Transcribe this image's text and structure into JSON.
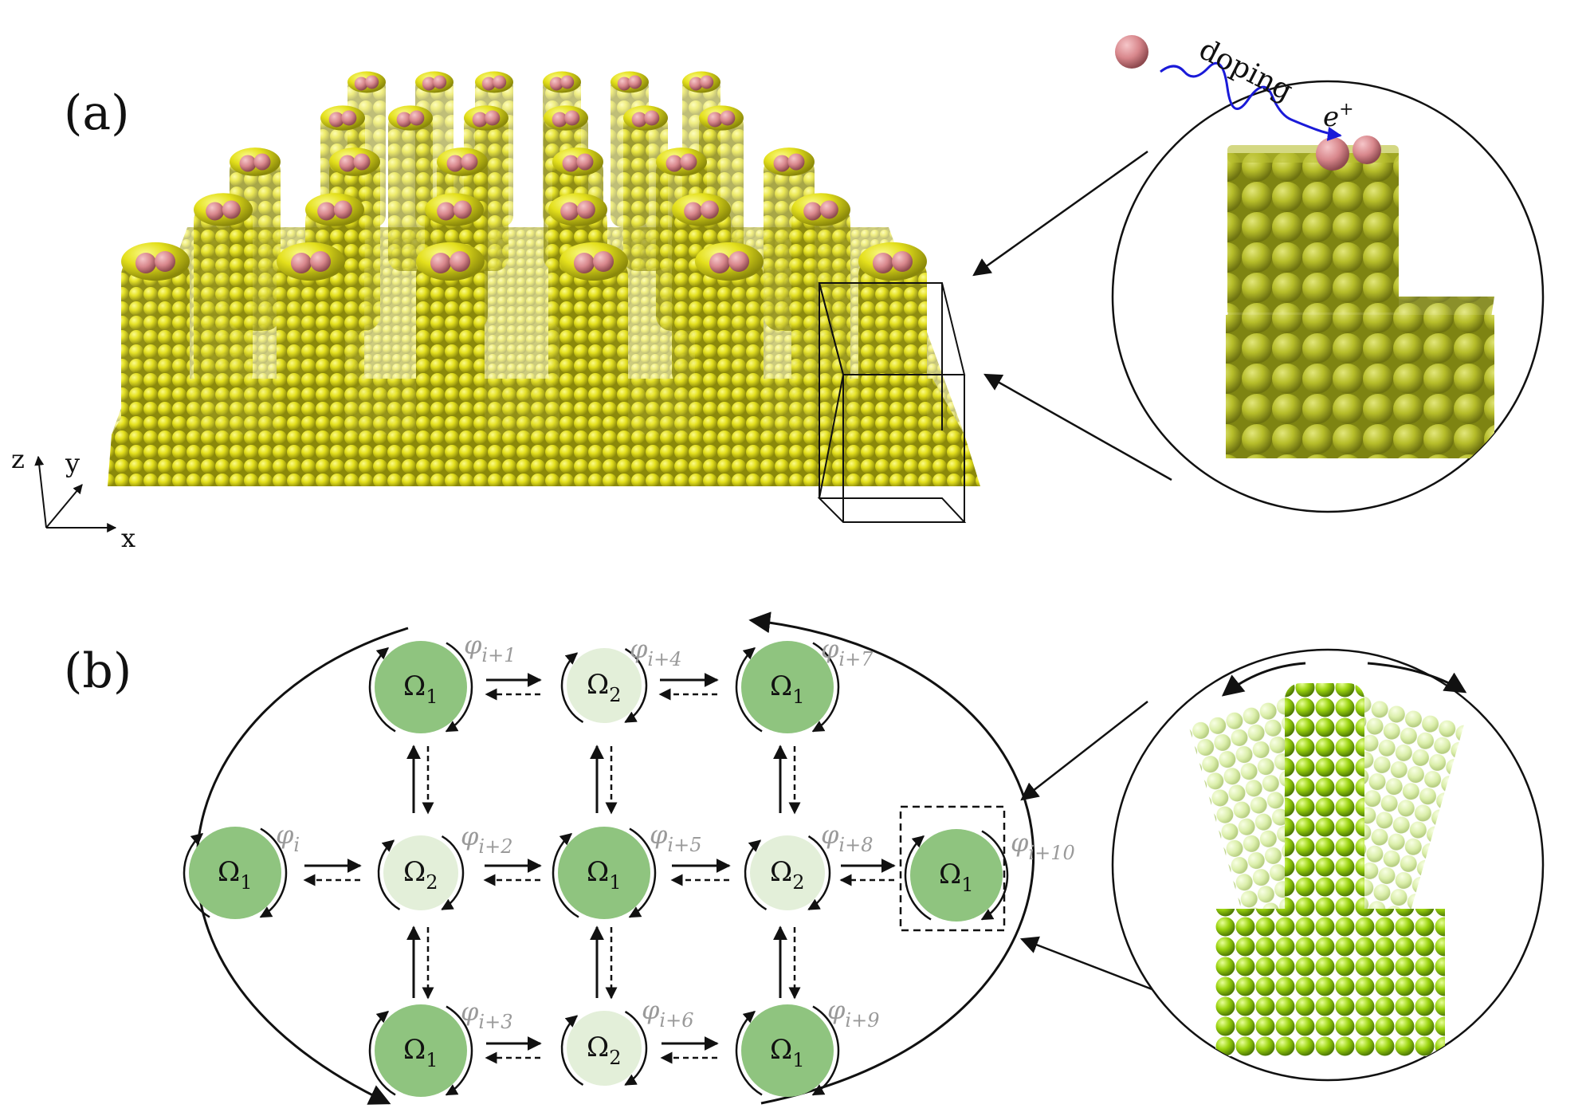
{
  "panel_a": {
    "label": "(a)",
    "axes": {
      "z": "z",
      "y": "y",
      "x": "x"
    },
    "doping_label": "doping",
    "positron_label": "e",
    "positron_sup": "+",
    "colors": {
      "atom": "#d9d61a",
      "atom_dark": "#9c9a10",
      "dopant": "#d8878c",
      "wave": "#1a1ad8"
    }
  },
  "panel_b": {
    "label": "(b)",
    "colors": {
      "omega1": "#8fc47f",
      "omega2": "#e3efd9",
      "cluster": "#9bd40e",
      "cluster_light": "#d5ec9c"
    },
    "nodes": [
      {
        "state": "1",
        "phi": "i"
      },
      {
        "state": "1",
        "phi": "i+1"
      },
      {
        "state": "2",
        "phi": "i+2"
      },
      {
        "state": "1",
        "phi": "i+3"
      },
      {
        "state": "2",
        "phi": "i+4"
      },
      {
        "state": "1",
        "phi": "i+5"
      },
      {
        "state": "2",
        "phi": "i+6"
      },
      {
        "state": "1",
        "phi": "i+7"
      },
      {
        "state": "2",
        "phi": "i+8"
      },
      {
        "state": "1",
        "phi": "i+9"
      },
      {
        "state": "1",
        "phi": "i+10"
      }
    ]
  }
}
